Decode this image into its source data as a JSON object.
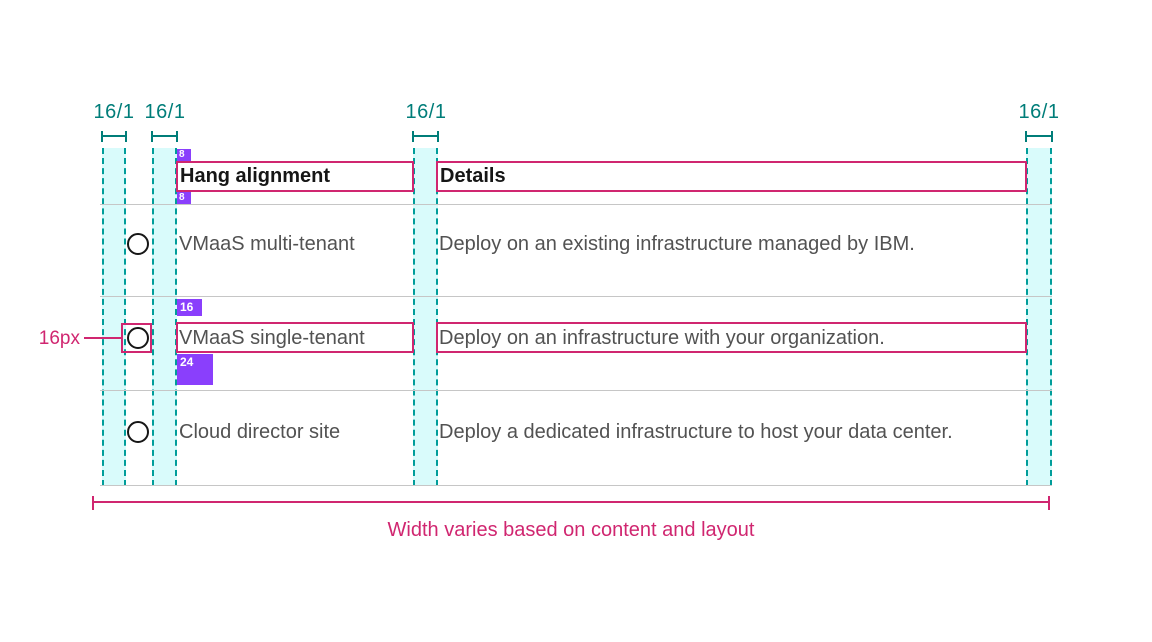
{
  "annotations": {
    "gutters": [
      "16/1",
      "16/1",
      "16/1",
      "16/1"
    ],
    "header_spacer_top": "8",
    "header_spacer_bottom": "8",
    "row_spacer_above": "16",
    "row_spacer_below": "24",
    "radio_size": "16px",
    "width_caption": "Width varies based on content and layout"
  },
  "table": {
    "columns": [
      {
        "label": "Hang alignment"
      },
      {
        "label": "Details"
      }
    ],
    "rows": [
      {
        "option": "VMaaS multi-tenant",
        "detail": "Deploy on an existing infrastructure managed by IBM."
      },
      {
        "option": "VMaaS single-tenant",
        "detail": "Deploy on an infrastructure with your organization."
      },
      {
        "option": "Cloud director site",
        "detail": "Deploy a dedicated infrastructure to host your data center."
      }
    ]
  },
  "colors": {
    "teal_label": "#007d79",
    "teal_dash": "#009d9a",
    "cyan_fill": "#d9fbfb",
    "magenta": "#d02670",
    "purple": "#8a3ffc",
    "text_primary": "#161616",
    "text_secondary": "#525252",
    "row_line": "#c6c6c6"
  }
}
